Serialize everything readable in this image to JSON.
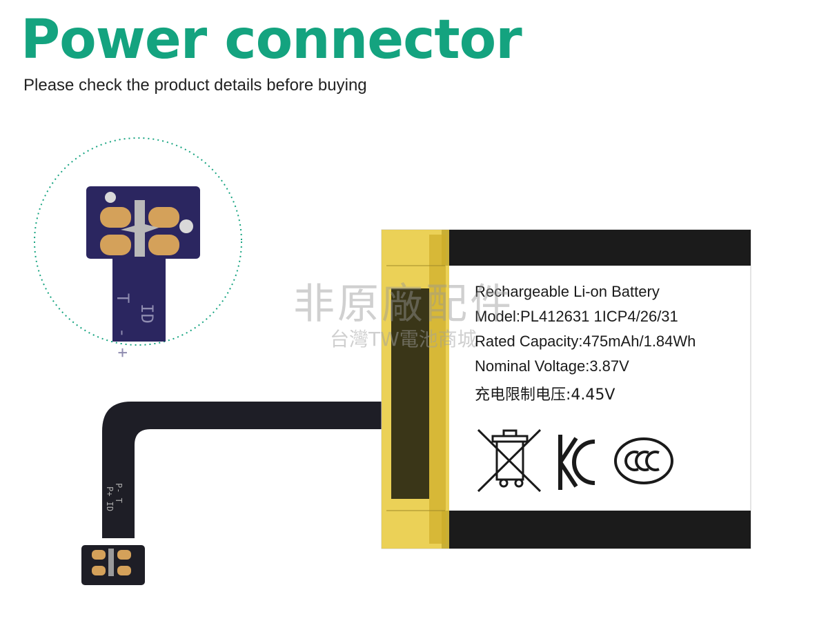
{
  "title": "Power connector",
  "subtitle": "Please check the product details before buying",
  "battery_label": {
    "line1": "Rechargeable Li-on Battery",
    "line2": "Model:PL412631    1ICP4/26/31",
    "line3": "Rated Capacity:475mAh/1.84Wh",
    "line4": "Nominal Voltage:3.87V",
    "line5": "充电限制电压:4.45V"
  },
  "connector_marks": {
    "zoom_top": "ID",
    "zoom_minus": "T",
    "zoom_plus": "- +",
    "small_left": "P- T",
    "small_right": "P+ ID"
  },
  "watermark": {
    "main": "非原廠配件",
    "sub": "台灣TW電池商城"
  },
  "colors": {
    "brand_green": "#14a37f",
    "flex_cable": "#1e1e26",
    "pcb_purple": "#2b2660",
    "gold_pad": "#d4a15a",
    "tape_yellow": "#e8c93a",
    "battery_black": "#1b1b1b"
  }
}
